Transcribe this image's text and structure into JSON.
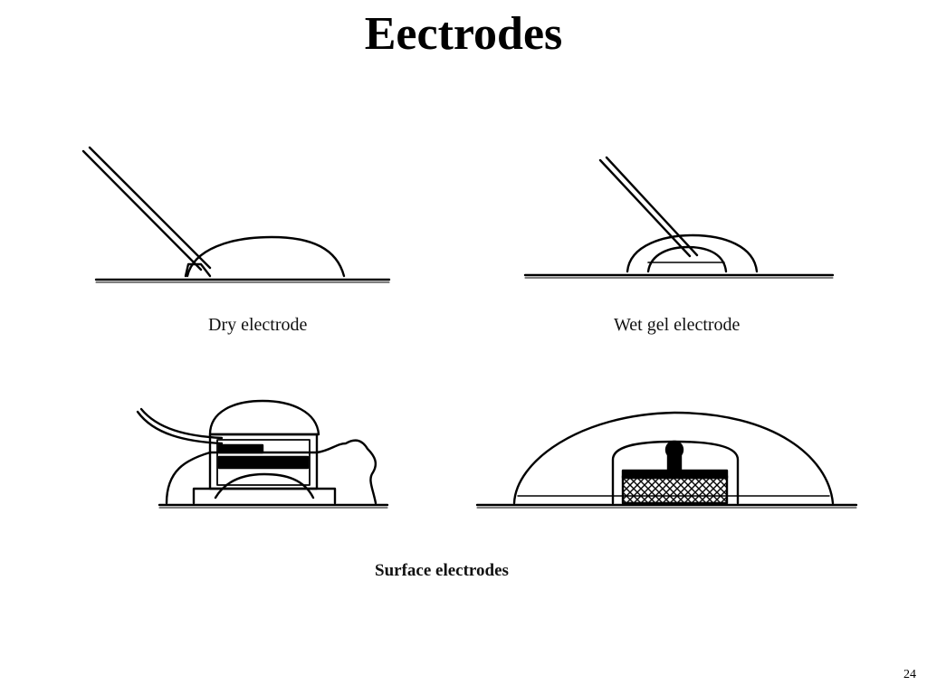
{
  "slide": {
    "title": "Eectrodes",
    "page_number": "24"
  },
  "diagrams": {
    "dry": {
      "caption": "Dry electrode"
    },
    "wet": {
      "caption": "Wet gel electrode"
    },
    "surface": {
      "caption": "Surface electrodes"
    }
  }
}
